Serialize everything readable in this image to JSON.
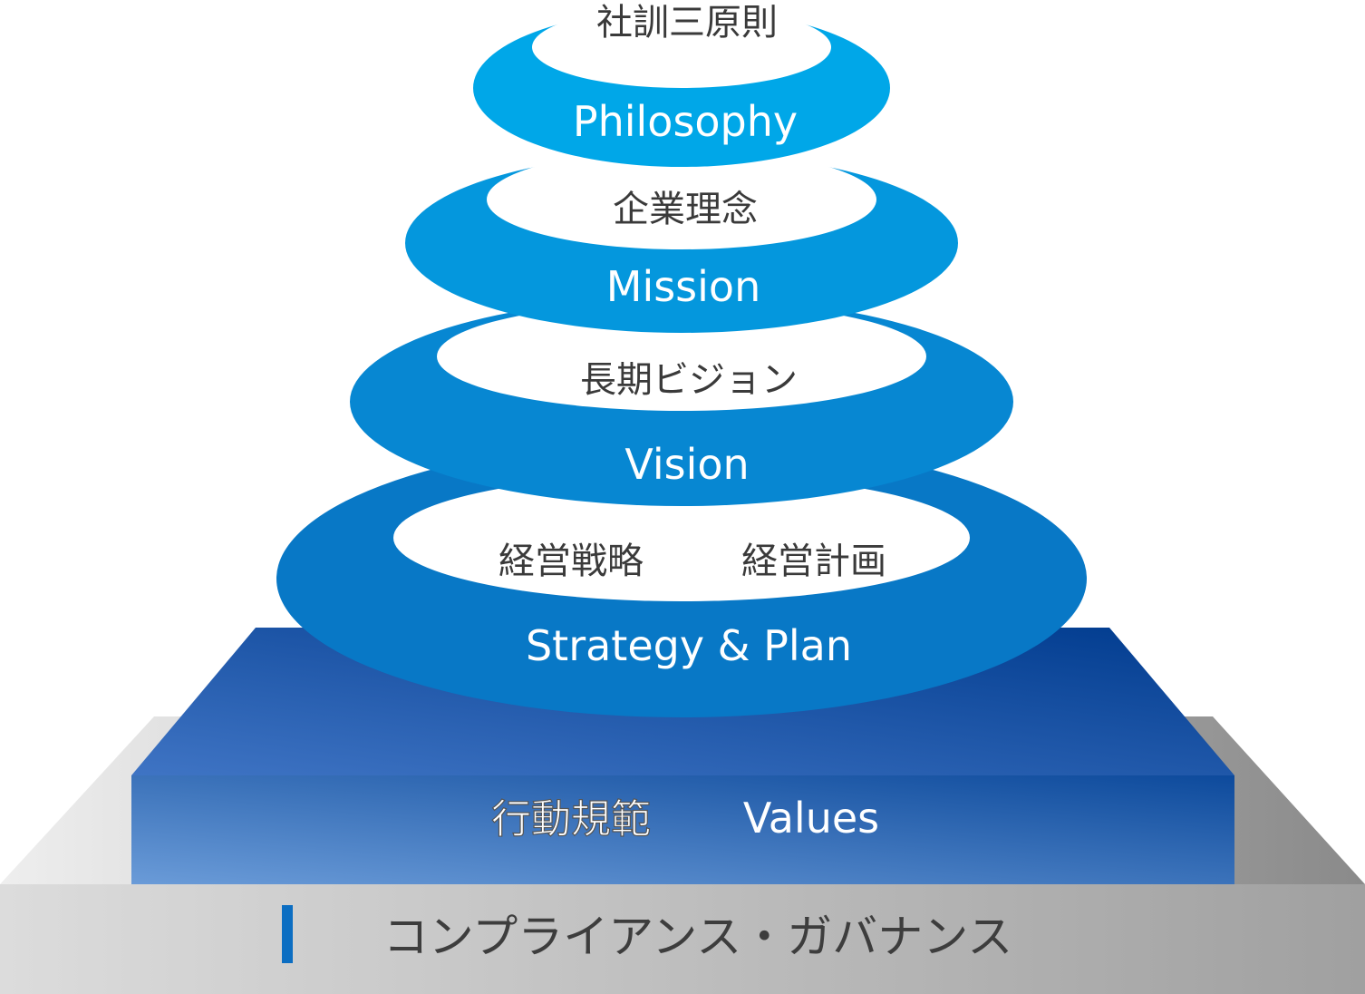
{
  "colors": {
    "tier_philosophy": "#00a7e8",
    "tier_mission": "#0497dd",
    "tier_vision": "#0787d2",
    "tier_strategy": "#0878c6",
    "values_front_light": "#6a9bd8",
    "values_front_dark": "#0d4a9c",
    "values_top_light": "#3a6fc0",
    "values_top_dark": "#003b8e",
    "base_gray": "#b8b8b8",
    "base_marker": "#0c6ec2",
    "inner_oval": "#ffffff"
  },
  "tiers": {
    "philosophy": {
      "jp": "社訓三原則",
      "en": "Philosophy"
    },
    "mission": {
      "jp": "企業理念",
      "en": "Mission"
    },
    "vision": {
      "jp": "長期ビジョン",
      "en": "Vision"
    },
    "strategy": {
      "jp_left": "経営戦略",
      "jp_right": "経営計画",
      "en": "Strategy & Plan"
    }
  },
  "values_block": {
    "jp": "行動規範",
    "en": "Values"
  },
  "base": {
    "label": "コンプライアンス・ガバナンス"
  }
}
